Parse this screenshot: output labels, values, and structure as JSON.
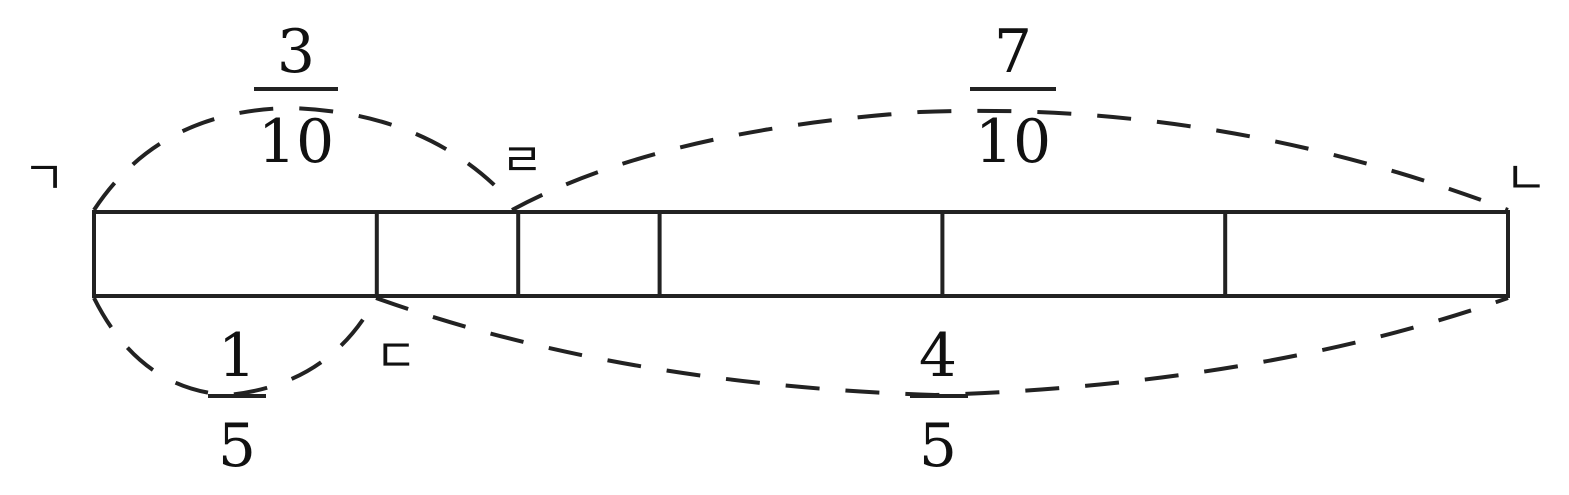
{
  "colors": {
    "ink": "#222222",
    "background": "#ffffff"
  },
  "bar": {
    "total_units": 10,
    "divisions_at_units": [
      0,
      2,
      3,
      4,
      6,
      8,
      10
    ]
  },
  "points": {
    "a": {
      "label": "ㄱ",
      "unit": 0
    },
    "b": {
      "label": "ㄴ",
      "unit": 10
    },
    "c": {
      "label": "ㄷ",
      "unit": 2
    },
    "d": {
      "label": "ㄹ",
      "unit": 3
    }
  },
  "arcs": {
    "top_left": {
      "from": "a",
      "to": "d",
      "numerator": "3",
      "denominator": "10",
      "value": 0.3
    },
    "top_right": {
      "from": "d",
      "to": "b",
      "numerator": "7",
      "denominator": "10",
      "value": 0.7
    },
    "bottom_left": {
      "from": "a",
      "to": "c",
      "numerator": "1",
      "denominator": "5",
      "value": 0.2
    },
    "bottom_right": {
      "from": "c",
      "to": "b",
      "numerator": "4",
      "denominator": "5",
      "value": 0.8
    }
  }
}
